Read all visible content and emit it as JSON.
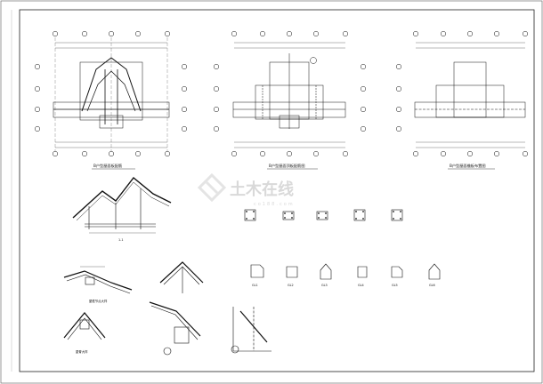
{
  "plans": {
    "plan1_title": "B户型屋面板配筋",
    "plan2_title": "B户型屋面顶板配筋图",
    "plan3_title": "B户型屋面檐板布置图"
  },
  "section": {
    "label": "1-1"
  },
  "details": {
    "eave_detail_label": "屋檐节点大样",
    "ridge_detail_label": "屋脊大样"
  },
  "columns": {
    "labels": [
      "GL1",
      "GL2",
      "GL3",
      "GL4",
      "GL5",
      "GL6"
    ]
  },
  "watermark": {
    "title": "土木在线",
    "subtitle": "co188.com"
  }
}
